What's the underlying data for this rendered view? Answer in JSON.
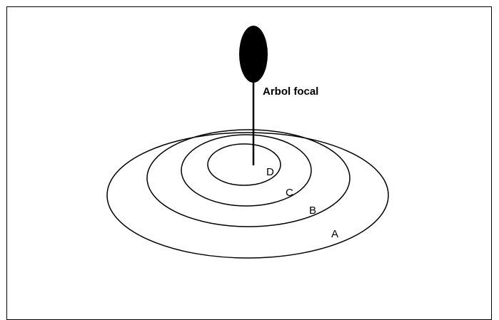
{
  "diagram": {
    "focal_label": "Arbol focal",
    "rings": [
      {
        "id": "A",
        "label": "A"
      },
      {
        "id": "B",
        "label": "B"
      },
      {
        "id": "C",
        "label": "C"
      },
      {
        "id": "D",
        "label": "D"
      }
    ],
    "colors": {
      "line": "#000000",
      "tree": "#000000",
      "background": "#ffffff"
    },
    "icons": {
      "tree": "tree-icon"
    }
  }
}
